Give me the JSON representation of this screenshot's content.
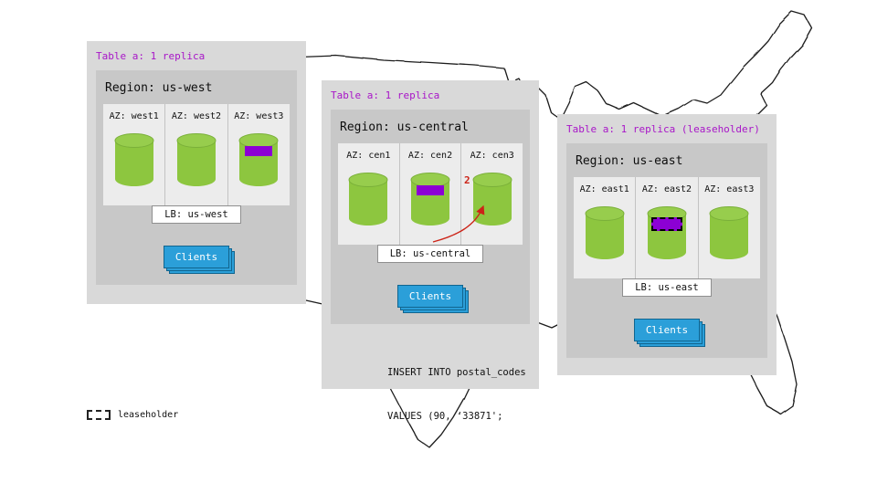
{
  "legend": {
    "label": "leaseholder"
  },
  "colors": {
    "header_purple": "#a816c8",
    "replica_purple": "#8c00d4",
    "cylinder_green": "#8dc63f",
    "clients_blue": "#2b9fd9",
    "arrow_red": "#cc2418"
  },
  "panels": [
    {
      "id": "us-west",
      "table_label": "Table a: 1 replica",
      "region_label": "Region: us-west",
      "azs": [
        {
          "label": "AZ: west1",
          "has_replica": false,
          "leaseholder": false
        },
        {
          "label": "AZ: west2",
          "has_replica": false,
          "leaseholder": false
        },
        {
          "label": "AZ: west3",
          "has_replica": true,
          "leaseholder": false
        }
      ],
      "lb_label": "LB: us-west",
      "clients_label": "Clients"
    },
    {
      "id": "us-central",
      "table_label": "Table a: 1 replica",
      "region_label": "Region: us-central",
      "azs": [
        {
          "label": "AZ: cen1",
          "has_replica": false,
          "leaseholder": false
        },
        {
          "label": "AZ: cen2",
          "has_replica": true,
          "leaseholder": false
        },
        {
          "label": "AZ: cen3",
          "has_replica": false,
          "leaseholder": false
        }
      ],
      "lb_label": "LB: us-central",
      "clients_label": "Clients",
      "arrow_label": "2",
      "query_line1": "INSERT INTO postal_codes",
      "query_line2": "VALUES (90, ‘33871';"
    },
    {
      "id": "us-east",
      "table_label": "Table a: 1 replica (leaseholder)",
      "region_label": "Region: us-east",
      "azs": [
        {
          "label": "AZ: east1",
          "has_replica": false,
          "leaseholder": false
        },
        {
          "label": "AZ: east2",
          "has_replica": true,
          "leaseholder": true
        },
        {
          "label": "AZ: east3",
          "has_replica": false,
          "leaseholder": false
        }
      ],
      "lb_label": "LB: us-east",
      "clients_label": "Clients"
    }
  ]
}
